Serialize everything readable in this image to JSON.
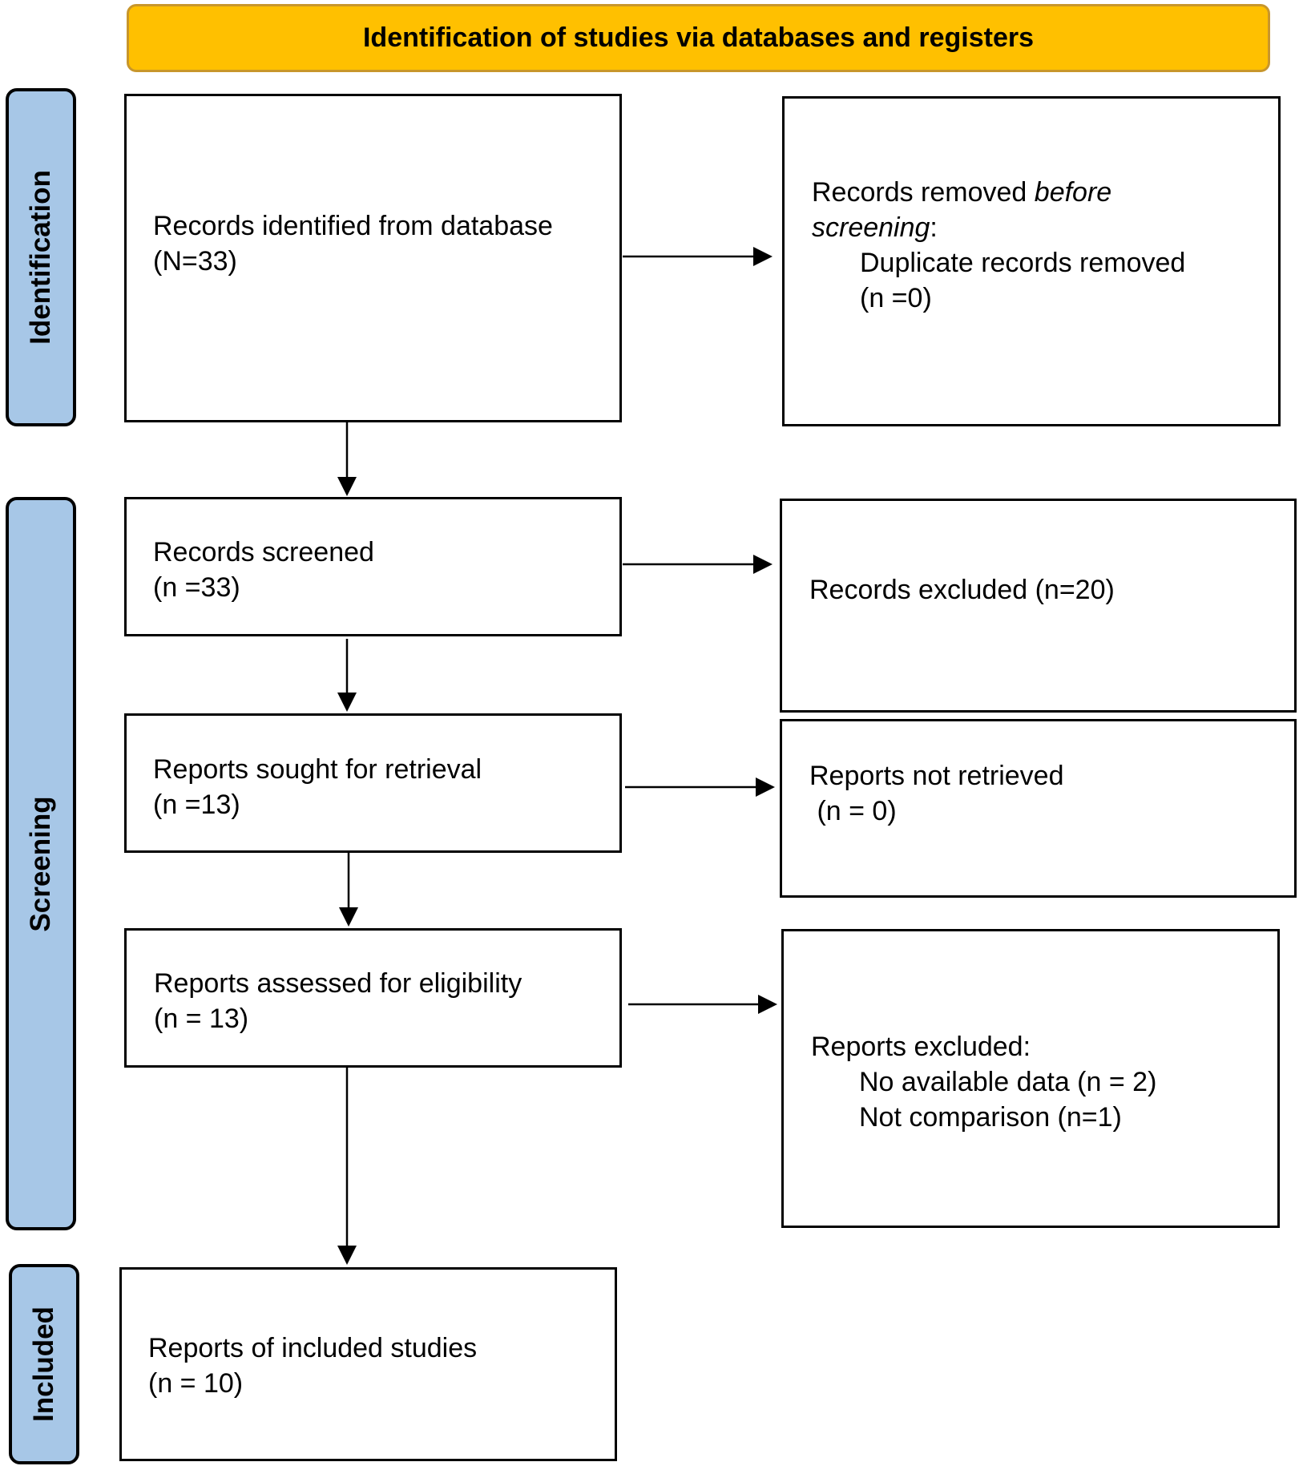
{
  "header": {
    "title": "Identification of studies via databases and registers",
    "background_color": "#FFC000"
  },
  "stages": {
    "identification": "Identification",
    "screening": "Screening",
    "included": "Included",
    "color": "#A7C7E7"
  },
  "boxes": {
    "records_identified": {
      "line1": "Records identified from database",
      "line2": "(N=33)"
    },
    "records_removed": {
      "line1_prefix": "Records removed ",
      "line1_italic": "before",
      "line2_italic": "screening",
      "line2_suffix": ":",
      "line3": "Duplicate records removed",
      "line4": "(n =0)"
    },
    "records_screened": {
      "line1": "Records screened",
      "line2": "(n =33)"
    },
    "records_excluded": {
      "line1": "Records excluded (n=20)"
    },
    "reports_sought": {
      "line1": "Reports sought for retrieval",
      "line2": "(n =13)"
    },
    "reports_not_retrieved": {
      "line1": "Reports not retrieved",
      "line2": " (n = 0)"
    },
    "reports_assessed": {
      "line1": "Reports assessed for eligibility",
      "line2": "(n = 13)"
    },
    "reports_excluded": {
      "line1": "Reports excluded:",
      "line2": "No available data (n = 2)",
      "line3": "Not comparison (n=1)"
    },
    "reports_included": {
      "line1": "Reports of included studies",
      "line2": "(n = 10)"
    }
  }
}
